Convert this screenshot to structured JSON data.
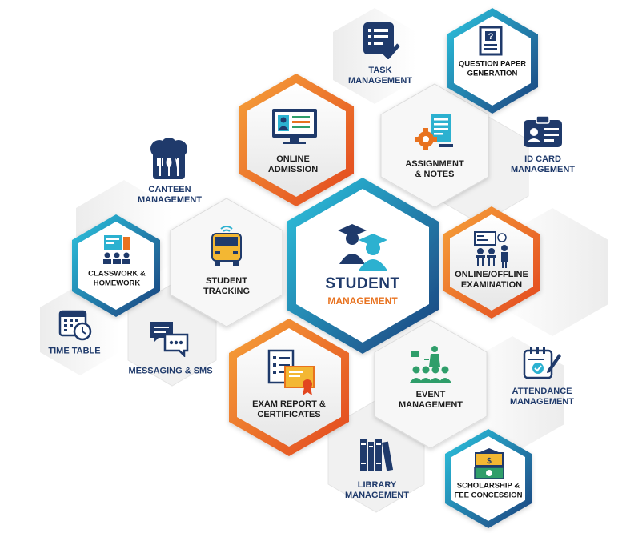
{
  "center": {
    "title": "STUDENT",
    "subtitle": "MANAGEMENT"
  },
  "modules": {
    "task": "TASK\nMANAGEMENT",
    "question_paper": "QUESTION PAPER\nGENERATION",
    "online_admission": "ONLINE\nADMISSION",
    "assignment": "ASSIGNMENT\n& NOTES",
    "id_card": "ID CARD\nMANAGEMENT",
    "canteen": "CANTEEN\nMANAGEMENT",
    "classwork": "CLASSWORK &\nHOMEWORK",
    "student_tracking": "STUDENT\nTRACKING",
    "examination": "ONLINE/OFFLINE\nEXAMINATION",
    "time_table": "TIME TABLE",
    "messaging": "MESSAGING & SMS",
    "exam_report": "EXAM REPORT &\nCERTIFICATES",
    "event": "EVENT\nMANAGEMENT",
    "attendance": "ATTENDANCE\nMANAGEMENT",
    "library": "LIBRARY\nMANAGEMENT",
    "scholarship": "SCHOLARSHIP &\nFEE CONCESSION"
  },
  "colors": {
    "navy": "#1f3a6b",
    "orange": "#e8721f",
    "teal": "#19a9c7",
    "dark_blue": "#1e3d7a",
    "green": "#2f9e6a",
    "gold": "#f3b733"
  }
}
